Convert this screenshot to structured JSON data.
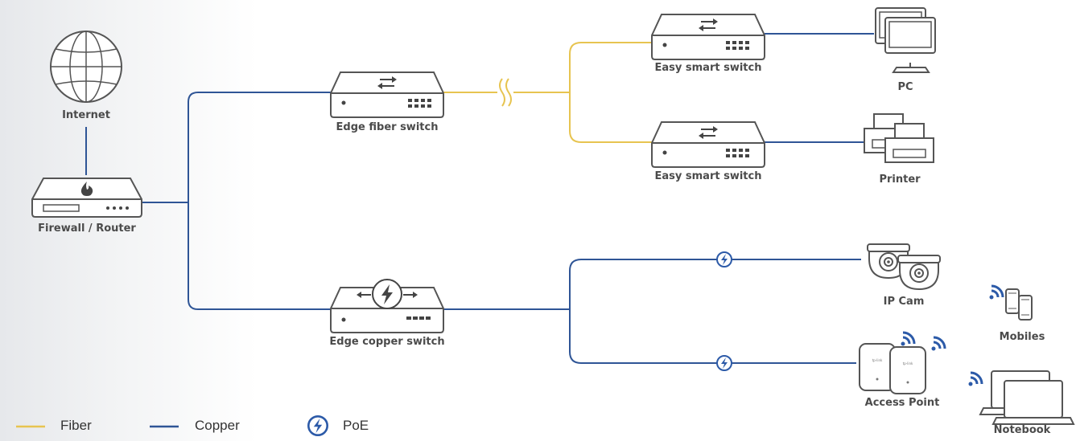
{
  "colors": {
    "fiber": "#e7c450",
    "copper": "#2f5596",
    "poe": "#2c5aa8",
    "device_outline": "#555555",
    "wifi": "#2c5aa8"
  },
  "labels": {
    "internet": "Internet",
    "firewall": "Firewall / Router",
    "edge_fiber": "Edge fiber switch",
    "edge_copper": "Edge copper switch",
    "smart_switch_1": "Easy smart switch",
    "smart_switch_2": "Easy smart switch",
    "pc": "PC",
    "printer": "Printer",
    "ip_cam": "IP Cam",
    "access_point": "Access Point",
    "mobiles": "Mobiles",
    "notebook": "Notebook"
  },
  "legend": [
    {
      "icon": "fiber-line",
      "label": "Fiber"
    },
    {
      "icon": "copper-line",
      "label": "Copper"
    },
    {
      "icon": "poe-icon",
      "label": "PoE"
    }
  ]
}
